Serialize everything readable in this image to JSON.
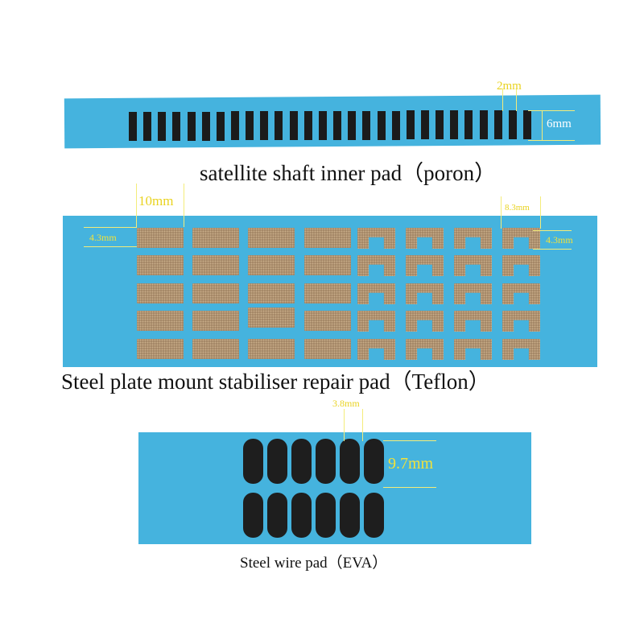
{
  "top": {
    "caption": "satellite shaft inner pad（poron）",
    "dim_width": "2mm",
    "dim_height": "6mm",
    "strip_count": 28
  },
  "middle": {
    "caption": "Steel plate mount stabiliser repair pad（Teflon）",
    "dim_rect_width": "10mm",
    "dim_rect_height": "4.3mm",
    "dim_notch_width": "8.3mm",
    "dim_notch_height": "4.3mm",
    "rows": 5,
    "rect_cols": 4,
    "notch_cols": 4
  },
  "bottom": {
    "caption": "Steel wire pad（EVA）",
    "dim_width": "3.8mm",
    "dim_height": "9.7mm",
    "rows": 2,
    "cols": 6
  },
  "colors": {
    "sheet": "#45b3de",
    "teflon": "#a08363",
    "foam": "#1b1b1b",
    "dimension": "#f2e23a"
  }
}
